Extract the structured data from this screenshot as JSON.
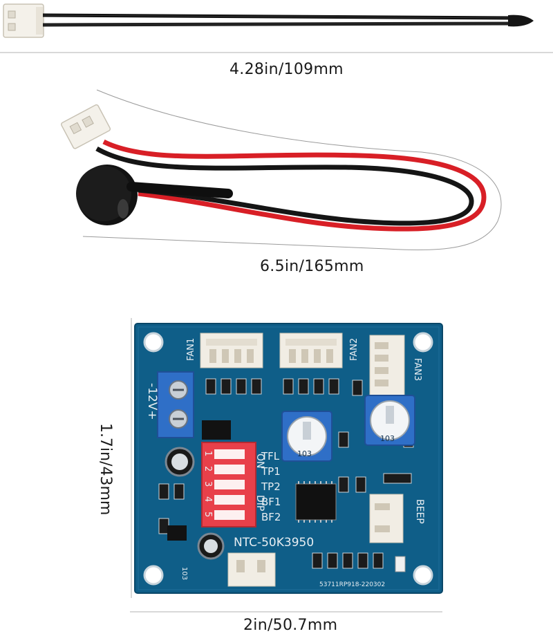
{
  "sensor": {
    "length_label": "4.28in/109mm"
  },
  "buzzer": {
    "length_label": "6.5in/165mm"
  },
  "board": {
    "height_label": "1.7in/43mm",
    "width_label": "2in/50.7mm",
    "silkscreen": {
      "fan1": "FAN1",
      "fan2": "FAN2",
      "fan3": "FAN3",
      "power": "-12V+",
      "beep": "BEEP",
      "ntc": "NTC-50K3950",
      "on": "ON",
      "dip": "DIP",
      "dip_numbers": [
        "1",
        "2",
        "3",
        "4",
        "5"
      ],
      "dip_labels": [
        "TFL",
        "TP1",
        "TP2",
        "BF1",
        "BF2"
      ],
      "serial": "53711RP918-220302",
      "pot_left": "103",
      "pot_right": "103",
      "r103": "103"
    }
  }
}
